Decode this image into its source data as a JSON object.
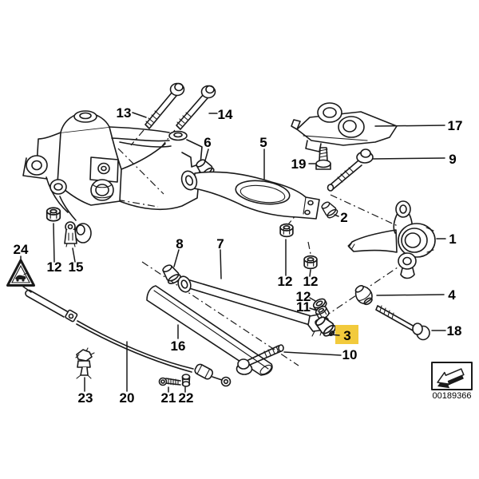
{
  "highlight": {
    "label": "3",
    "color": "#F2CA3C"
  },
  "legend": {
    "image_id": "00189366"
  },
  "callouts": [
    {
      "label": "13"
    },
    {
      "label": "14"
    },
    {
      "label": "6"
    },
    {
      "label": "5"
    },
    {
      "label": "19"
    },
    {
      "label": "17"
    },
    {
      "label": "9"
    },
    {
      "label": "2"
    },
    {
      "label": "1"
    },
    {
      "label": "24"
    },
    {
      "label": "12"
    },
    {
      "label": "15"
    },
    {
      "label": "8"
    },
    {
      "label": "7"
    },
    {
      "label": "12"
    },
    {
      "label": "12"
    },
    {
      "label": "12"
    },
    {
      "label": "11"
    },
    {
      "label": "4"
    },
    {
      "label": "3"
    },
    {
      "label": "18"
    },
    {
      "label": "10"
    },
    {
      "label": "16"
    },
    {
      "label": "23"
    },
    {
      "label": "20"
    },
    {
      "label": "21"
    },
    {
      "label": "22"
    }
  ]
}
